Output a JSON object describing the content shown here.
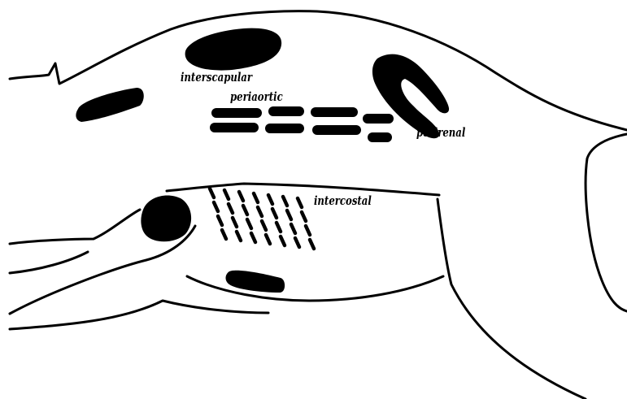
{
  "labels": {
    "interscapular": "interscapular",
    "periaortic": "periaortic",
    "perirenal": "perirenal",
    "intercostal": "intercostal"
  },
  "colors": {
    "ink": "#000000",
    "background": "#ffffff"
  }
}
